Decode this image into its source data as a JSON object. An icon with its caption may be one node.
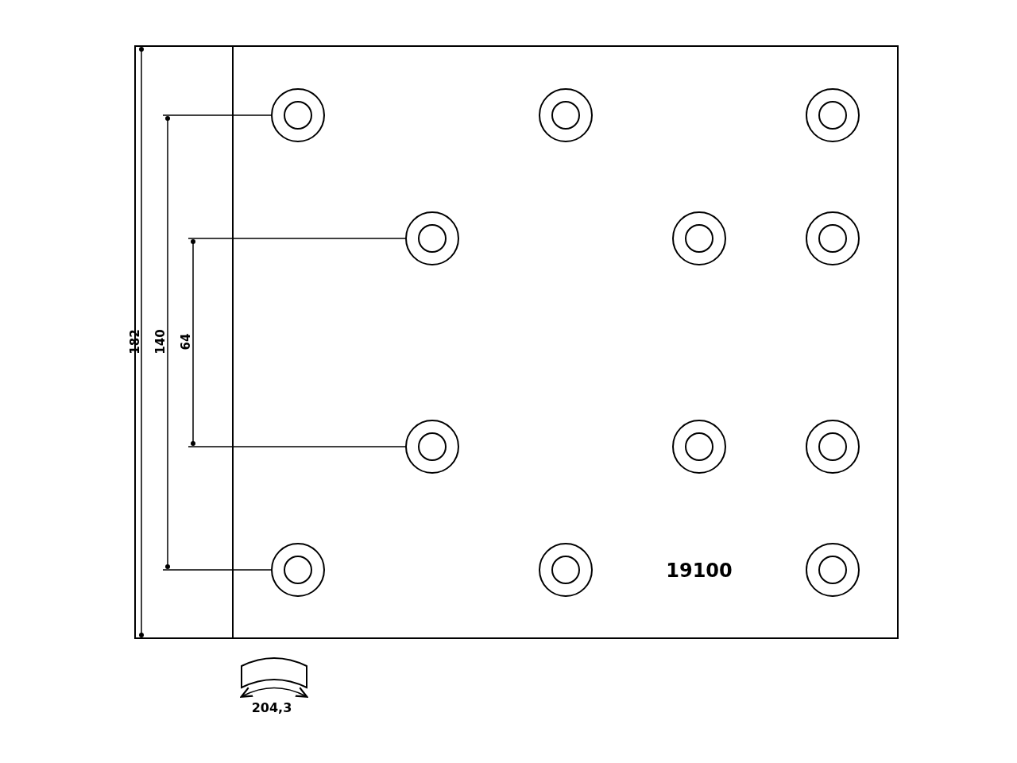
{
  "diagram": {
    "labels": [
      "182",
      "140",
      "64",
      "19100",
      "204,3"
    ]
  }
}
